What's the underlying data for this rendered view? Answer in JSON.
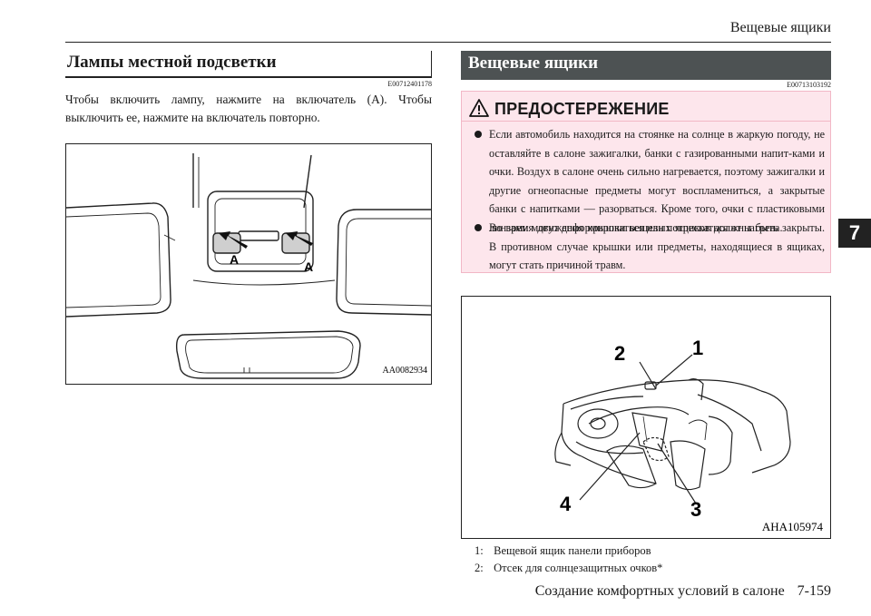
{
  "header": {
    "running_head": "Вещевые ящики"
  },
  "left": {
    "title": "Лампы местной подсветки",
    "code": "E00712401178",
    "body": "Чтобы включить лампу, нажмите на включатель (А). Чтобы выключить ее, нажмите на включатель повторно.",
    "figure": {
      "label_a1": "A",
      "label_a2": "A",
      "code": "AA0082934"
    }
  },
  "right": {
    "title": "Вещевые ящики",
    "code": "E00713103192",
    "warning": {
      "title": "ПРЕДОСТЕРЕЖЕНИЕ",
      "items": [
        "Если автомобиль находится на стоянке на солнце в жаркую погоду, не оставляйте в салоне зажигалки, банки с газированными напит-ками и очки. Воздух в салоне очень сильно нагревается, поэтому зажигалки и другие огнеопасные предметы могут воспламениться, а закрытые банки с напитками — разорваться. Кроме того, очки с пластиковыми линзами могут деформироваться или потрескаться от нагрева.",
        "Во время движения крышки вещевых ящиков должны быть закрыты. В противном случае крышки или предметы, находящиеся в ящиках, могут стать причиной травм."
      ]
    },
    "figure": {
      "callout_1": "1",
      "callout_2": "2",
      "callout_3": "3",
      "callout_4": "4",
      "code": "AHA105974"
    },
    "legend": [
      {
        "num": "1:",
        "text": "Вещевой ящик панели приборов"
      },
      {
        "num": "2:",
        "text": "Отсек для солнцезащитных очков*"
      }
    ]
  },
  "side_tab": "7",
  "footer": {
    "section": "Создание комфортных условий в салоне",
    "page": "7-159"
  },
  "colors": {
    "title_bar": "#4d5253",
    "warning_bg": "#fde6ec",
    "warning_border": "#f2b7c6"
  }
}
